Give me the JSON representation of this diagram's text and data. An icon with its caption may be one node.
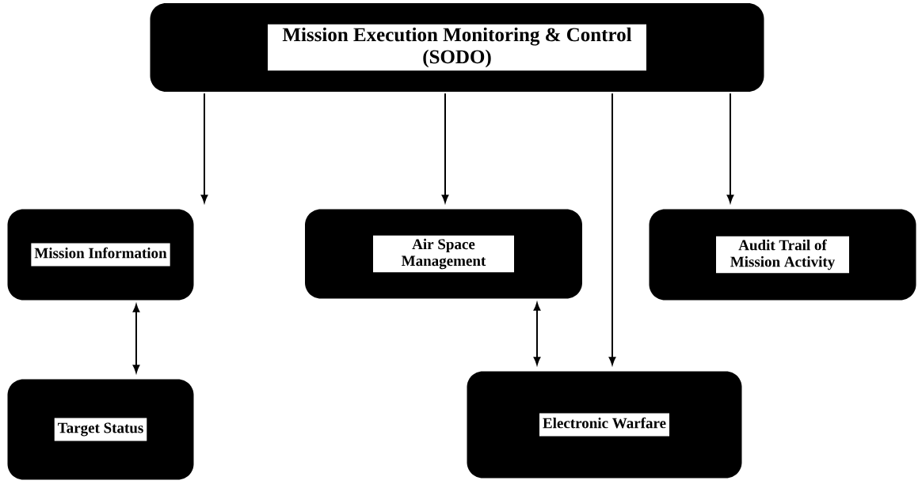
{
  "diagram": {
    "nodes": [
      {
        "text": [
          "Mission Execution Monitoring & Control (SODO)"
        ]
      },
      {
        "text": [
          "Mission Information"
        ]
      },
      {
        "text": [
          "Air Space Management"
        ]
      },
      {
        "text": [
          "Audit Trail of Mission Activity"
        ]
      },
      {
        "text": [
          "Target Status"
        ]
      },
      {
        "text": [
          "Electronic Warfare"
        ]
      }
    ],
    "edges": [
      {
        "from": 0,
        "to": 1,
        "arrow": "to"
      },
      {
        "from": 0,
        "to": 2,
        "arrow": "to"
      },
      {
        "from": 0,
        "to": 3,
        "arrow": "to"
      },
      {
        "from": 0,
        "to": 5,
        "arrow": "to"
      },
      {
        "from": 1,
        "to": 4,
        "arrow": "both"
      },
      {
        "from": 2,
        "to": 5,
        "arrow": "both"
      }
    ]
  }
}
